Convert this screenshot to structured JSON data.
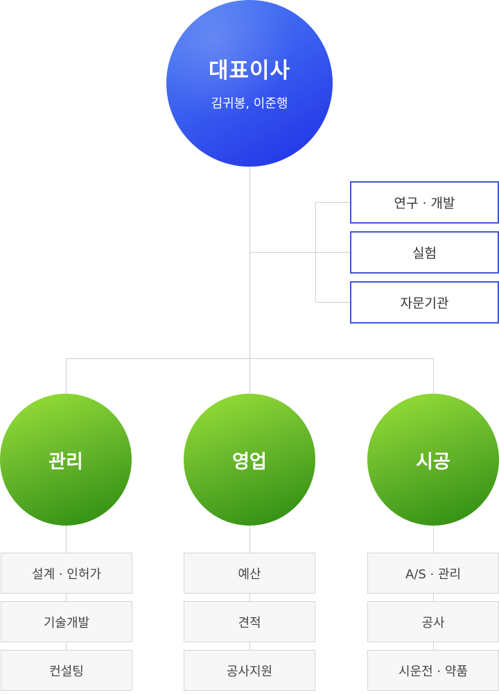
{
  "ceo": {
    "title": "대표이사",
    "names": "김귀봉, 이준행"
  },
  "advisory": [
    {
      "label": "연구 · 개발"
    },
    {
      "label": "실험"
    },
    {
      "label": "자문기관"
    }
  ],
  "departments": [
    {
      "name": "관리",
      "items": [
        "설계 · 인허가",
        "기술개발",
        "컨설팅"
      ]
    },
    {
      "name": "영업",
      "items": [
        "예산",
        "견적",
        "공사지원"
      ]
    },
    {
      "name": "시공",
      "items": [
        "A/S · 관리",
        "공사",
        "시운전 · 약품"
      ]
    }
  ],
  "colors": {
    "ceo_circle": "#3a5ff0",
    "department_circle": "#5aaa22",
    "advisory_border": "#3e55d8",
    "connector": "#cfcfcf"
  }
}
